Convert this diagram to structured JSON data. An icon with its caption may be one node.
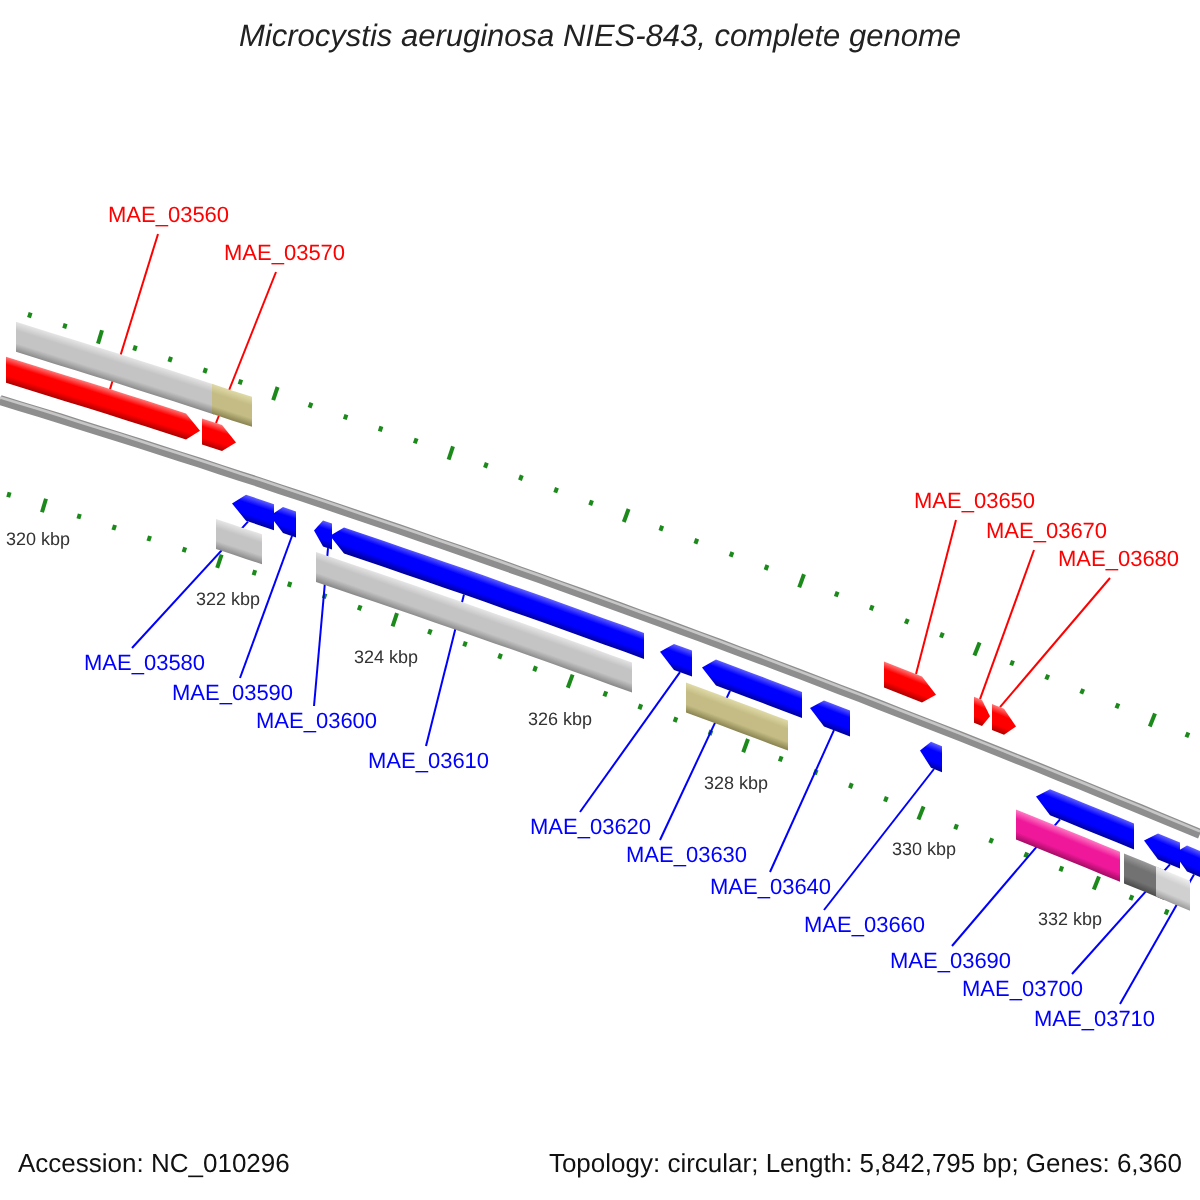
{
  "diagram": {
    "title": "Microcystis aeruginosa NIES-843, complete genome",
    "nodes": [
      {
        "text": [
          "MAE_03560"
        ]
      },
      {
        "text": [
          "MAE_03570"
        ]
      },
      {
        "text": [
          "MAE_03650"
        ]
      },
      {
        "text": [
          "MAE_03670"
        ]
      },
      {
        "text": [
          "MAE_03680"
        ]
      },
      {
        "text": [
          "MAE_03580"
        ]
      },
      {
        "text": [
          "MAE_03590"
        ]
      },
      {
        "text": [
          "MAE_03600"
        ]
      },
      {
        "text": [
          "MAE_03610"
        ]
      },
      {
        "text": [
          "MAE_03620"
        ]
      },
      {
        "text": [
          "MAE_03630"
        ]
      },
      {
        "text": [
          "MAE_03640"
        ]
      },
      {
        "text": [
          "MAE_03660"
        ]
      },
      {
        "text": [
          "MAE_03690"
        ]
      },
      {
        "text": [
          "MAE_03700"
        ]
      },
      {
        "text": [
          "MAE_03710"
        ]
      },
      {
        "text": [],
        "shape": "bar"
      },
      {
        "text": [],
        "shape": "bar"
      },
      {
        "text": [],
        "shape": "bar"
      },
      {
        "text": [],
        "shape": "bar"
      },
      {
        "text": [],
        "shape": "bar"
      },
      {
        "text": [],
        "shape": "bar"
      },
      {
        "text": [],
        "shape": "bar"
      },
      {
        "text": [],
        "shape": "bar"
      },
      {
        "text": [],
        "shape": "bar"
      },
      {
        "text": [],
        "shape": "bar"
      },
      {
        "text": [],
        "shape": "bar"
      },
      {
        "text": [],
        "shape": "bar"
      },
      {
        "text": [],
        "shape": "bar"
      },
      {
        "text": [],
        "shape": "bar"
      },
      {
        "text": [],
        "shape": "bar"
      },
      {
        "text": [],
        "shape": "bar"
      },
      {
        "text": [],
        "shape": "bar"
      },
      {
        "text": [],
        "shape": "bar"
      },
      {
        "text": [],
        "shape": "bar"
      },
      {
        "text": [],
        "shape": "bar"
      },
      {
        "text": [],
        "shape": "bar"
      },
      {
        "text": [],
        "shape": "bar"
      },
      {
        "text": [],
        "shape": "bar"
      },
      {
        "text": [],
        "shape": "bar"
      }
    ],
    "edges": [
      {
        "from": 0,
        "to": 18,
        "arrow": "none",
        "color": "#ff0000"
      },
      {
        "from": 1,
        "to": 19,
        "arrow": "none",
        "color": "#ff0000"
      },
      {
        "from": 2,
        "to": 20,
        "arrow": "none",
        "color": "#ff0000"
      },
      {
        "from": 3,
        "to": 21,
        "arrow": "none",
        "color": "#ff0000"
      },
      {
        "from": 4,
        "to": 22,
        "arrow": "none",
        "color": "#ff0000"
      },
      {
        "from": 5,
        "to": 23,
        "arrow": "none"
      },
      {
        "from": 6,
        "to": 24,
        "arrow": "none"
      },
      {
        "from": 7,
        "to": 25,
        "arrow": "none"
      },
      {
        "from": 8,
        "to": 26,
        "arrow": "none"
      },
      {
        "from": 9,
        "to": 27,
        "arrow": "none"
      },
      {
        "from": 10,
        "to": 28,
        "arrow": "none"
      },
      {
        "from": 11,
        "to": 29,
        "arrow": "none"
      },
      {
        "from": 12,
        "to": 30,
        "arrow": "none"
      },
      {
        "from": 13,
        "to": 31,
        "arrow": "none"
      },
      {
        "from": 14,
        "to": 32,
        "arrow": "none"
      },
      {
        "from": 15,
        "to": 33,
        "arrow": "none"
      }
    ],
    "labels": [
      "320 kbp",
      "322 kbp",
      "324 kbp",
      "326 kbp",
      "328 kbp",
      "330 kbp",
      "332 kbp",
      "Accession: NC_010296",
      "Topology: circular; Length: 5,842,795 bp; Genes: 6,360"
    ]
  }
}
